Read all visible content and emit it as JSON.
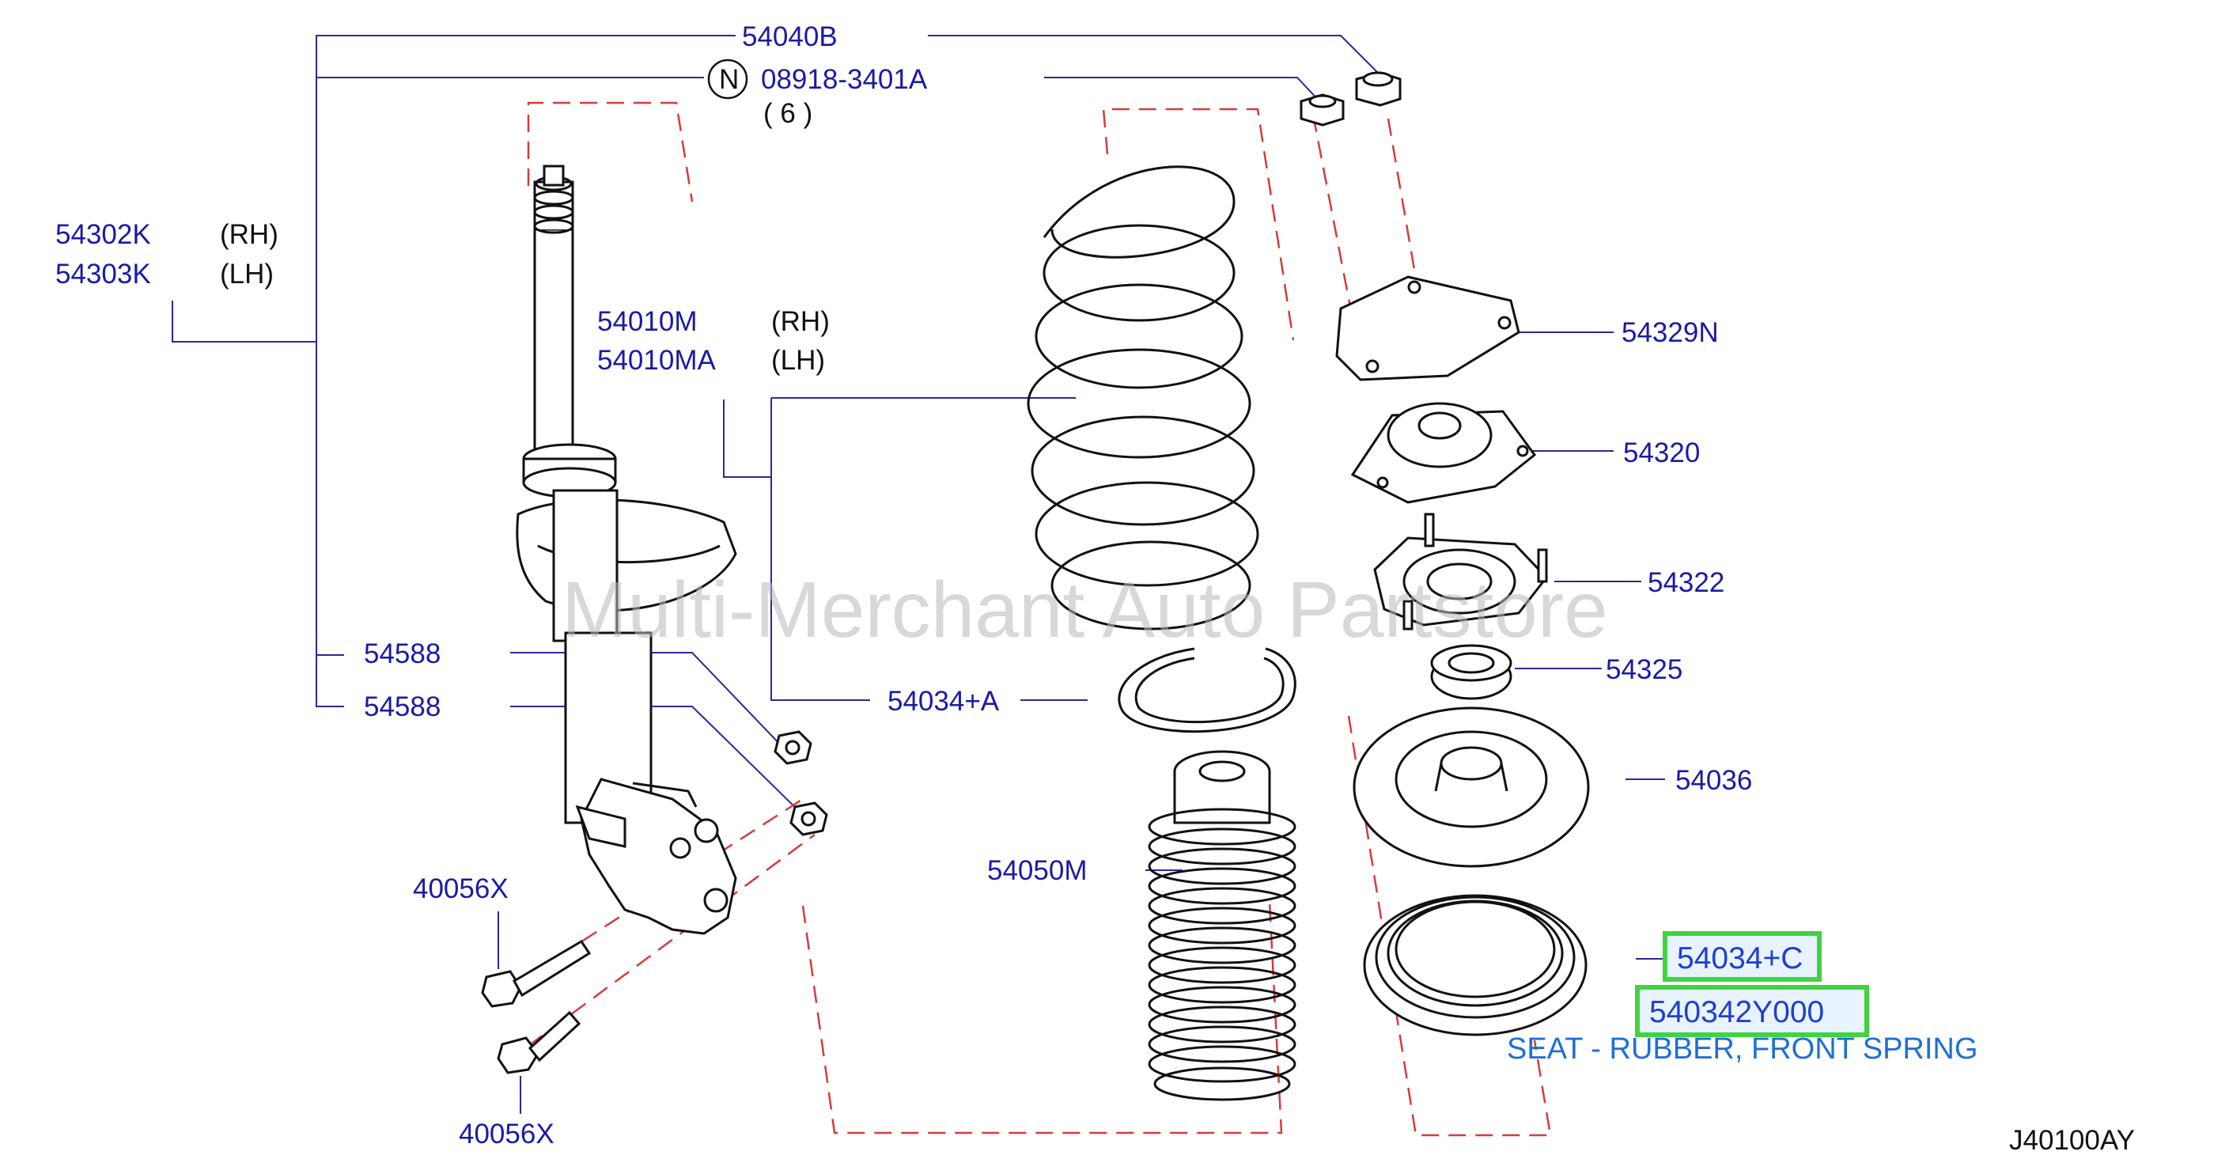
{
  "watermark": "Multi-Merchant Auto Partstore",
  "diagram_code": "J40100AY",
  "labels": {
    "p54040b": "54040B",
    "n_symbol": "N",
    "p08918": "08918-3401A",
    "qty6": "( 6 )",
    "p54302k": "54302K",
    "rh1": "(RH)",
    "p54303k": "54303K",
    "lh1": "(LH)",
    "p54010m": "54010M",
    "rh2": "(RH)",
    "p54010ma": "54010MA",
    "lh2": "(LH)",
    "p54329n": "54329N",
    "p54320": "54320",
    "p54322": "54322",
    "p54588a": "54588",
    "p54588b": "54588",
    "p54325": "54325",
    "p54034a": "54034+A",
    "p54036": "54036",
    "p54050m": "54050M",
    "p40056xa": "40056X",
    "p40056xb": "40056X",
    "p54034c": "54034+C",
    "p540342y000": "540342Y000",
    "desc": "SEAT - RUBBER, FRONT SPRING"
  },
  "highlight_color": "#3fd43f",
  "label_color": "#1a1aa6",
  "leader_color": "#2a2a9a",
  "dash_color": "#d93a3a"
}
